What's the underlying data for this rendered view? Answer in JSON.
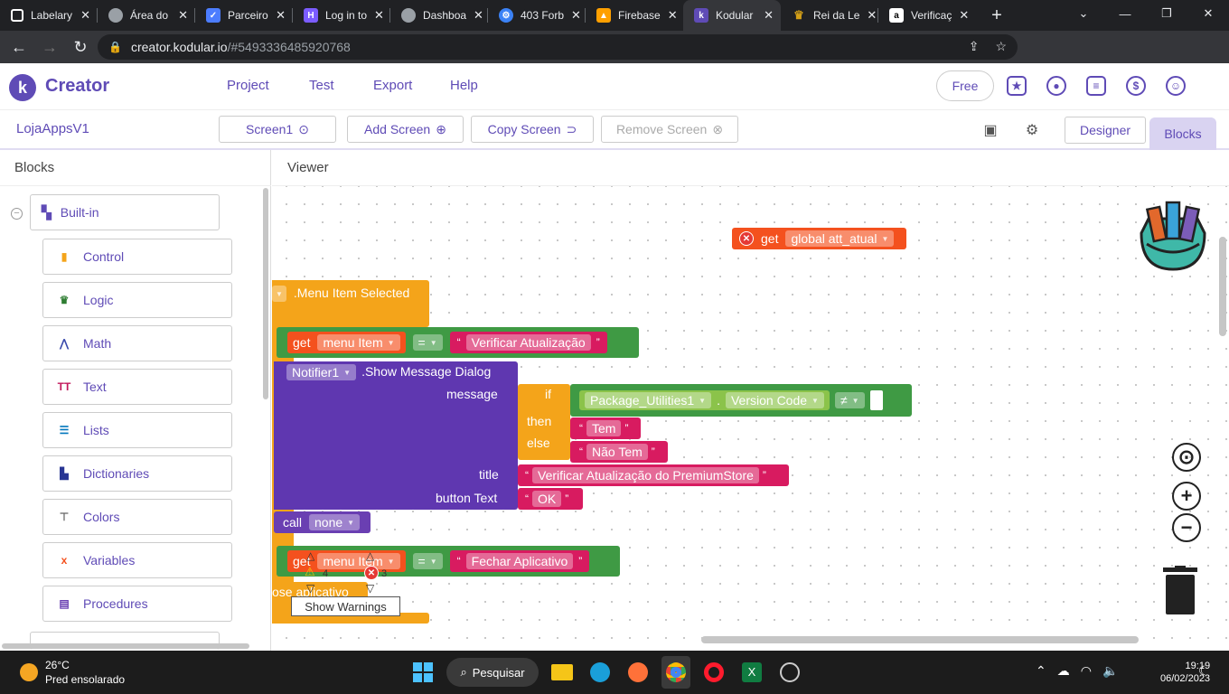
{
  "browser": {
    "tabs": [
      {
        "title": "Labelary",
        "icon": "labelary-icon",
        "color": "#ffffff"
      },
      {
        "title": "Área do",
        "icon": "globe-icon",
        "color": "#9aa0a6"
      },
      {
        "title": "Parceiro",
        "icon": "check-shield-icon",
        "color": "#4c7dff"
      },
      {
        "title": "Log in to",
        "icon": "hivemq-icon",
        "color": "#7b5cff"
      },
      {
        "title": "Dashboa",
        "icon": "globe-icon",
        "color": "#9aa0a6"
      },
      {
        "title": "403 Forb",
        "icon": "gear-blue-icon",
        "color": "#3b82f6"
      },
      {
        "title": "Firebase",
        "icon": "firebase-icon",
        "color": "#ffa000"
      },
      {
        "title": "Kodular",
        "icon": "kodular-icon",
        "color": "#5f4bb6"
      },
      {
        "title": "Rei da Le",
        "icon": "crown-icon",
        "color": "#d4a017"
      },
      {
        "title": "Verificaç",
        "icon": "amazon-icon",
        "color": "#ffffff"
      }
    ],
    "url_host": "creator.kodular.io",
    "url_path": "/#5493336485920768"
  },
  "app": {
    "brand": "Creator",
    "logo_letter": "k",
    "menu": [
      "Project",
      "Test",
      "Export",
      "Help"
    ],
    "free_label": "Free"
  },
  "toolbar": {
    "project_name": "LojaAppsV1",
    "screen_label": "Screen1",
    "add_screen": "Add Screen",
    "copy_screen": "Copy Screen",
    "remove_screen": "Remove Screen",
    "designer": "Designer",
    "blocks": "Blocks"
  },
  "left_panel": {
    "title": "Blocks",
    "builtin": "Built-in",
    "categories": [
      {
        "label": "Control",
        "color": "#f4a41a"
      },
      {
        "label": "Logic",
        "color": "#2e7d32"
      },
      {
        "label": "Math",
        "color": "#3949ab"
      },
      {
        "label": "Text",
        "color": "#c2185b"
      },
      {
        "label": "Lists",
        "color": "#0277bd"
      },
      {
        "label": "Dictionaries",
        "color": "#283593"
      },
      {
        "label": "Colors",
        "color": "#666666"
      },
      {
        "label": "Variables",
        "color": "#f4511e"
      },
      {
        "label": "Procedures",
        "color": "#6a3fb2"
      }
    ]
  },
  "viewer": {
    "title": "Viewer",
    "get_global": {
      "kw": "get",
      "var": "global att_atual"
    },
    "event": ".Menu Item Selected",
    "compare1": {
      "kw": "get",
      "var": "menu Item",
      "op": "=",
      "str": "Verificar Atualização"
    },
    "notifier": {
      "comp": "Notifier1",
      "method": ".Show Message Dialog",
      "message": "message",
      "title": "title",
      "button_text": "button Text"
    },
    "ifexpr": {
      "if": "if",
      "then": "then",
      "else": "else",
      "comp": "Package_Utilities1",
      "prop": "Version Code",
      "op": "≠",
      "then_str": "Tem",
      "else_str": "Não Tem"
    },
    "title_str": "Verificar Atualização do PremiumStore",
    "btn_str": "OK",
    "call": {
      "kw": "call",
      "val": "none"
    },
    "compare2": {
      "kw": "get",
      "var": "menu Item",
      "op": "=",
      "str": "Fechar Aplicativo"
    },
    "close_app": "ose aplicativo",
    "warn_count": "4",
    "err_count": "3",
    "show_warnings": "Show Warnings"
  },
  "taskbar": {
    "temp": "26°C",
    "weather": "Pred ensolarado",
    "search": "Pesquisar",
    "time": "19:19",
    "date": "06/02/2023"
  },
  "colors": {
    "accent": "#5f4bb6",
    "control": "#f4a41a",
    "logic": "#3f9a44",
    "text": "#d81b60",
    "variable": "#f4511e",
    "component": "#5f37b0",
    "component_light": "#7cb342"
  }
}
